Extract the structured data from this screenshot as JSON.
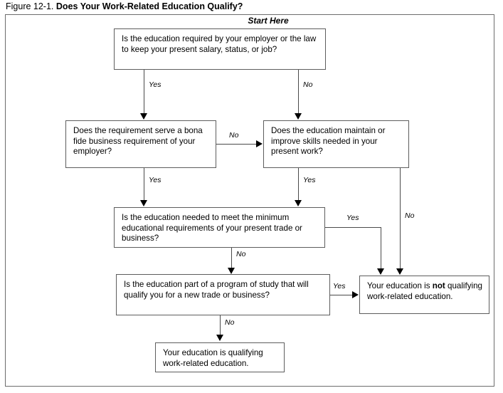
{
  "figure": {
    "number": "Figure 12-1.",
    "title": "Does Your Work-Related Education Qualify?"
  },
  "start_label": "Start Here",
  "nodes": {
    "q1": "Is the education required by your employer or the law to keep your present salary, status, or job?",
    "q2_left": "Does the requirement serve a bona fide business requirement of your employer?",
    "q2_right": "Does the education maintain or improve skills needed in your present work?",
    "q3": "Is the education needed to meet the minimum educational requirements of your present trade or business?",
    "q4": "Is the education part of a program of study that will qualify you for a new trade or business?",
    "result_not_qualifying_prefix": "Your education is ",
    "result_not_qualifying_emphasis": "not",
    "result_not_qualifying_suffix": " qualifying work-related education.",
    "result_qualifying": "Your education is qualifying work-related education."
  },
  "edges": {
    "q1_yes": "Yes",
    "q1_no": "No",
    "q2left_yes": "Yes",
    "q2left_no": "No",
    "q2right_yes": "Yes",
    "q2right_no": "No",
    "q3_yes": "Yes",
    "q3_no": "No",
    "q4_yes": "Yes",
    "q4_no": "No"
  },
  "colors": {
    "frame_border": "#6c6c6c",
    "node_border": "#5d5d5d",
    "line": "#4a4a4a",
    "arrowhead": "#000000",
    "background": "#ffffff",
    "text": "#000000"
  }
}
